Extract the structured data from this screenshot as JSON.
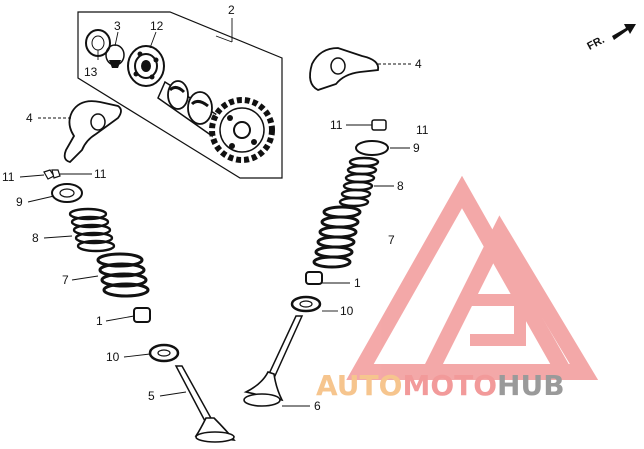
{
  "diagram": {
    "direction_marker": "FR.",
    "callouts": {
      "c1": "1",
      "c1b": "1",
      "c2": "2",
      "c3": "3",
      "c4": "4",
      "c4b": "4",
      "c5": "5",
      "c6": "6",
      "c7": "7",
      "c7b": "7",
      "c8": "8",
      "c8b": "8",
      "c9": "9",
      "c9b": "9",
      "c10": "10",
      "c10b": "10",
      "c11a": "11",
      "c11b": "11",
      "c11c": "11",
      "c11d": "11",
      "c12": "12",
      "c13": "13"
    }
  },
  "watermark": {
    "word_orange": "AUTO",
    "word_pink": "MOTO",
    "word_gray": "HUB",
    "colors": {
      "orange": "#f6c58e",
      "pink": "#f29a9a",
      "gray": "#9a9a9a"
    }
  }
}
